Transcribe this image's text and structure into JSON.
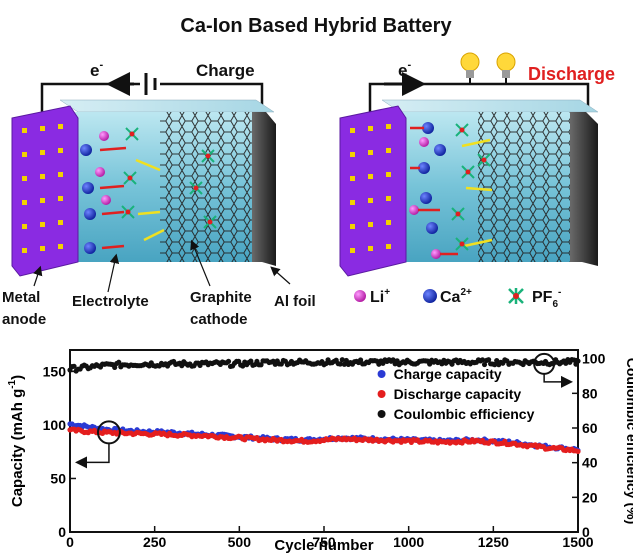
{
  "title": "Ca-Ion Based Hybrid Battery",
  "charge_panel": {
    "electron": "e",
    "electron_sup": "-",
    "mode": "Charge"
  },
  "discharge_panel": {
    "electron": "e",
    "electron_sup": "-",
    "mode": "Discharge"
  },
  "labels": {
    "metal": "Metal",
    "anode": "anode",
    "electrolyte": "Electrolyte",
    "graphite": "Graphite",
    "cathode": "cathode",
    "al_foil": "Al foil"
  },
  "ion_legend": {
    "li": "Li",
    "li_sup": "+",
    "ca": "Ca",
    "ca_sup": "2+",
    "pf": "PF",
    "pf_sub": "6",
    "pf_sup": "-"
  },
  "colors": {
    "anode": "#8a2be2",
    "anode_dot": "#f2d200",
    "electrolyte": "#7cc7d9",
    "electrolyte_dark": "#3d9ab5",
    "li": "#d63bd6",
    "ca": "#1a3cc7",
    "pf6": "#19b27a",
    "pf6_center": "#e02020",
    "arrow_red": "#e02020",
    "arrow_yellow": "#f0e020",
    "discharge_text": "#e02020",
    "charge_series": "#2a3ad4",
    "discharge_series": "#e41e1e",
    "ce_series": "#111111"
  },
  "chart_data": {
    "type": "scatter",
    "xlabel": "Cycle number",
    "ylabel": "Capacity (mAh g-1)",
    "ylabel_parts": {
      "main": "Capacity (mAh g",
      "sup": "-1",
      "end": ")"
    },
    "y2label": "Coulombic efficiency (%)",
    "xlim": [
      0,
      1500
    ],
    "ylim": [
      0,
      170
    ],
    "y2lim": [
      0,
      105
    ],
    "x_ticks": [
      "0",
      "250",
      "500",
      "750",
      "1000",
      "1250",
      "1500"
    ],
    "y_ticks": [
      "0",
      "50",
      "100",
      "150"
    ],
    "y2_ticks": [
      "0",
      "20",
      "40",
      "60",
      "80",
      "100"
    ],
    "legend_position": "upper-right",
    "series": [
      {
        "name": "Charge capacity",
        "axis": "left",
        "x": [
          0,
          100,
          200,
          300,
          400,
          500,
          600,
          700,
          800,
          900,
          1000,
          1100,
          1200,
          1300,
          1400,
          1500
        ],
        "y": [
          101,
          96,
          94,
          93,
          91,
          89,
          87,
          86,
          88,
          87,
          86,
          85,
          86,
          84,
          80,
          77
        ]
      },
      {
        "name": "Discharge capacity",
        "axis": "left",
        "x": [
          0,
          100,
          200,
          300,
          400,
          500,
          600,
          700,
          800,
          900,
          1000,
          1100,
          1200,
          1300,
          1400,
          1500
        ],
        "y": [
          95,
          93,
          92,
          91,
          90,
          88,
          86,
          85,
          87,
          86,
          85,
          84,
          85,
          83,
          79,
          76
        ]
      },
      {
        "name": "Coulombic efficiency",
        "axis": "right",
        "x": [
          0,
          100,
          200,
          300,
          400,
          500,
          600,
          700,
          800,
          900,
          1000,
          1100,
          1200,
          1300,
          1400,
          1500
        ],
        "y": [
          94,
          96,
          97,
          97,
          97,
          97,
          98,
          98,
          98,
          98,
          98,
          98,
          98,
          98,
          98,
          98
        ]
      }
    ]
  }
}
